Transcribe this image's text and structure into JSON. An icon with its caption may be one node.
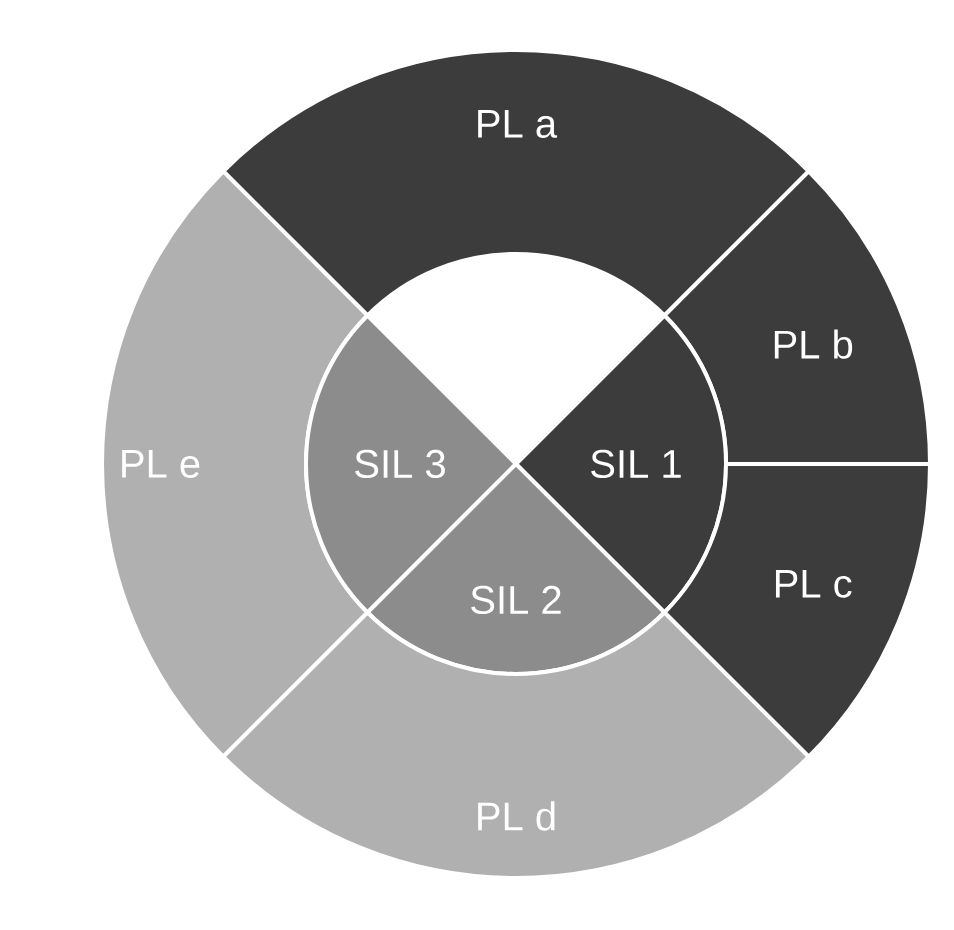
{
  "diagram": {
    "nodes": [
      {
        "text": [
          "PL a"
        ]
      },
      {
        "text": [
          "PL b"
        ]
      },
      {
        "text": [
          "PL e"
        ]
      },
      {
        "text": [
          "SIL 3"
        ]
      },
      {
        "text": [
          "SIL 1"
        ]
      },
      {
        "text": [
          "PL c"
        ]
      },
      {
        "text": [
          "SIL 2"
        ]
      },
      {
        "text": [
          "PL d"
        ]
      }
    ]
  }
}
